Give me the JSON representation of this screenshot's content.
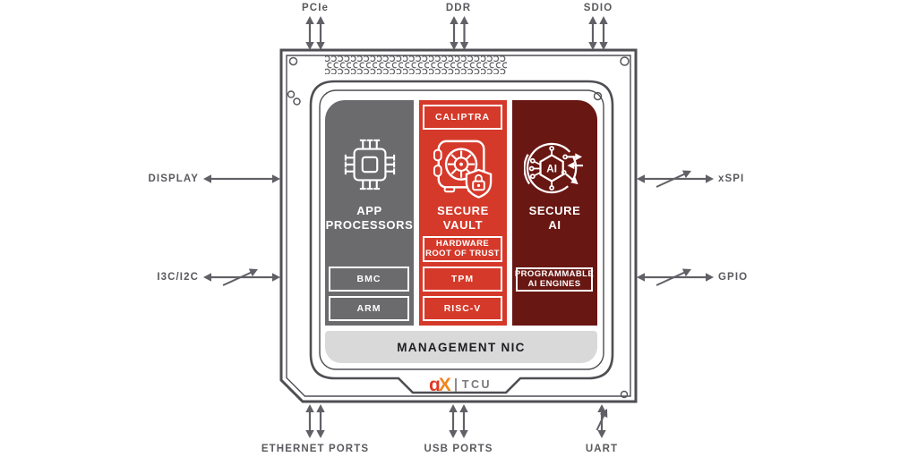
{
  "diagram": {
    "ports": {
      "top": [
        {
          "label": "PCIe"
        },
        {
          "label": "DDR"
        },
        {
          "label": "SDIO"
        }
      ],
      "left": [
        {
          "label": "DISPLAY"
        },
        {
          "label": "I3C/I2C"
        }
      ],
      "right": [
        {
          "label": "xSPI"
        },
        {
          "label": "GPIO"
        }
      ],
      "bottom": [
        {
          "label": "ETHERNET PORTS"
        },
        {
          "label": "USB PORTS"
        },
        {
          "label": "UART"
        }
      ]
    },
    "blocks": {
      "app_processors": {
        "title": "APP\nPROCESSORS",
        "icon": "processor-chip-icon",
        "items": [
          {
            "label": "BMC"
          },
          {
            "label": "ARM"
          }
        ]
      },
      "secure_vault": {
        "title": "SECURE\nVAULT",
        "icon": "vault-shield-lock-icon",
        "badge": "CALIPTRA",
        "items": [
          {
            "label": "HARDWARE\nROOT OF TRUST"
          },
          {
            "label": "TPM"
          },
          {
            "label": "RISC-V"
          }
        ]
      },
      "secure_ai": {
        "title": "SECURE\nAI",
        "icon": "secure-ai-circuit-icon",
        "icon_label": "AI",
        "items": [
          {
            "label": "PROGRAMMABLE\nAI ENGINES"
          }
        ]
      },
      "management_nic": {
        "title": "MANAGEMENT NIC"
      }
    },
    "logo": {
      "mark_alpha": "ɑ",
      "mark_x": "X",
      "product": "TCU"
    },
    "colors": {
      "outline": "#4e4e53",
      "label_gray": "#5a5a5f",
      "arrow_gray": "#606066",
      "app_gray": "#6b6b6e",
      "vault_red": "#d5392a",
      "ai_maroon": "#691713",
      "nic_gray": "#d9d9da",
      "logo_red": "#e03a26",
      "logo_orange": "#f0861c"
    }
  }
}
